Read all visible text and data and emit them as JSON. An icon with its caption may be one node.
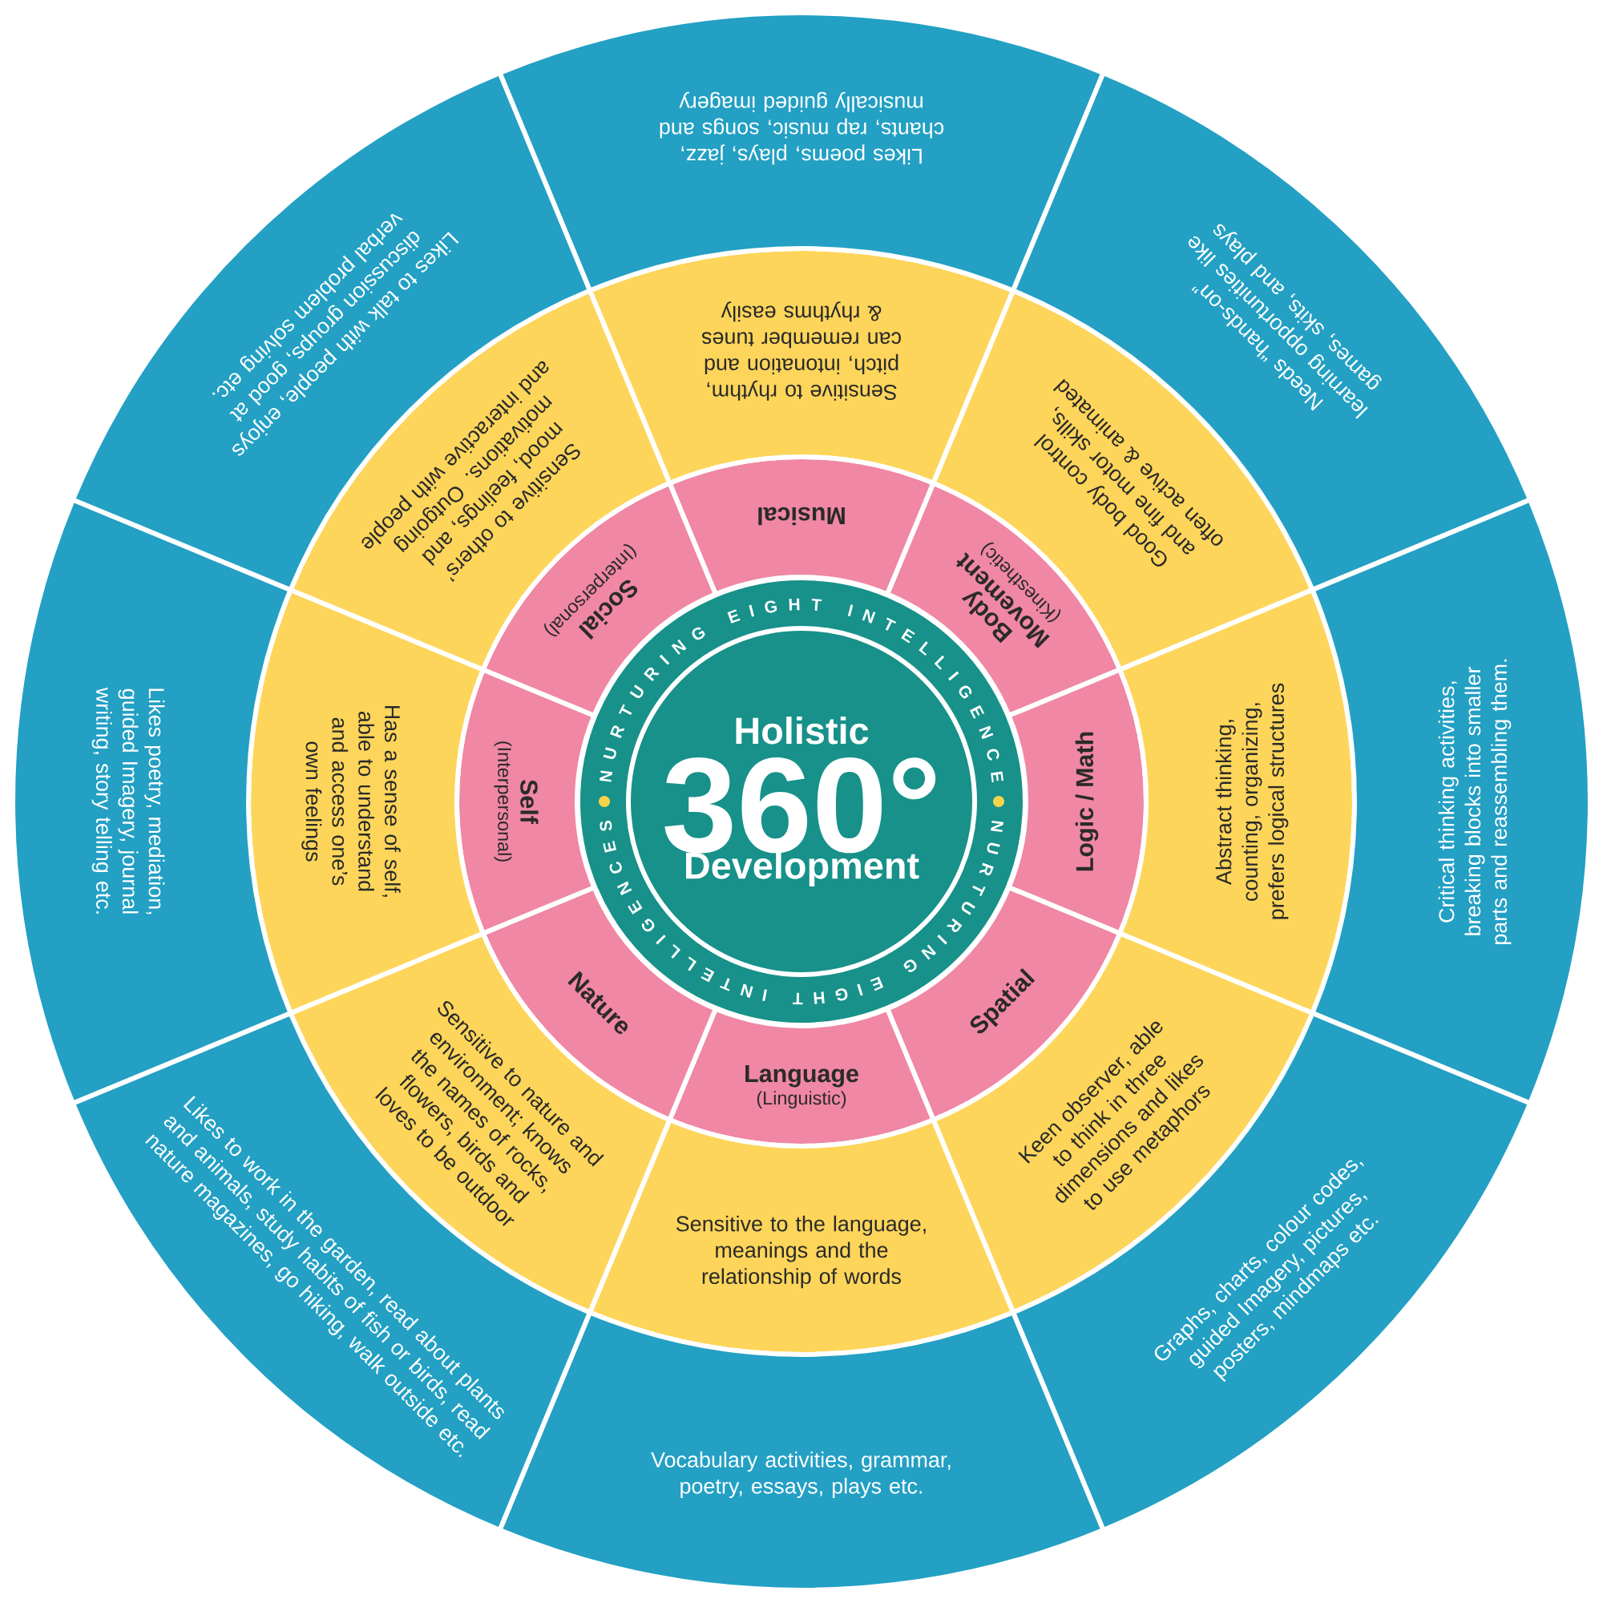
{
  "diagram": {
    "nodes": [
      {
        "text": [
          "Holistic",
          "360°",
          "Development"
        ]
      },
      {
        "text": [
          "Musical"
        ]
      },
      {
        "text": [
          "Body Movement",
          "(Kinesthetic)"
        ]
      },
      {
        "text": [
          "Logic / Math"
        ]
      },
      {
        "text": [
          "Spatial"
        ]
      },
      {
        "text": [
          "Language",
          "(Linguistic)"
        ]
      },
      {
        "text": [
          "Nature"
        ]
      },
      {
        "text": [
          "Self",
          "(Interpersonal)"
        ]
      },
      {
        "text": [
          "Social",
          "(Interpersonal)"
        ]
      },
      {
        "text": [
          "Sensitive to rhythm, pitch, intonation and can remember tunes & rhythms easily"
        ]
      },
      {
        "text": [
          "Good body control and fine motor skills, often active & animated"
        ]
      },
      {
        "text": [
          "Abstract thinking, counting, organizing, prefers logical structures"
        ]
      },
      {
        "text": [
          "Keen observer, able to think in three dimensions and likes to use metaphors"
        ]
      },
      {
        "text": [
          "Sensitive to the language, meanings and the relationship of words"
        ]
      },
      {
        "text": [
          "Sensitive to nature and environment; knows the names of rocks, flowers, birds and loves to be outdoor"
        ]
      },
      {
        "text": [
          "Has a sense of self, able to understand and access one’s own feelings"
        ]
      },
      {
        "text": [
          "Sensitive to others’ mood, feelings, and motivations. Outgoing and interactive with people"
        ]
      },
      {
        "text": [
          "Likes poems, plays, jazz, chants, rap music, songs and musically guided imagery"
        ]
      },
      {
        "text": [
          "Needs “hands-on” learning opportunities like games, skits, and plays"
        ]
      },
      {
        "text": [
          "Critical thinking activities, breaking blocks into smaller parts and reassembling them."
        ]
      },
      {
        "text": [
          "Graphs, charts, colour codes, guided Imagery, pictures, posters, mindmaps etc."
        ]
      },
      {
        "text": [
          "Vocabulary activities, grammar, poetry, essays, plays etc."
        ]
      },
      {
        "text": [
          "Likes to work in the garden, read about plants and animals, study habits of fish or birds, read nature magazines, go hiking, walk outside etc."
        ]
      },
      {
        "text": [
          "Likes poetry, mediation, guided Imagery, journal writing, story telling etc."
        ]
      },
      {
        "text": [
          "Likes to talk with people, enjoys discussion groups, good at verbal problem solving etc."
        ]
      }
    ],
    "labels": [
      "NURTURING EIGHT INTELLIGENCE",
      "NURTURING EIGHT INTELLIGENCES"
    ]
  }
}
